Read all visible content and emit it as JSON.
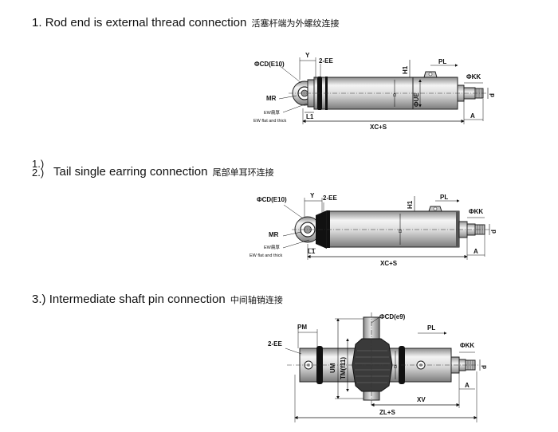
{
  "headings": {
    "s1_num": "1.",
    "s1_text": "Rod end is external thread connection",
    "s1_cn": "活塞杆端为外螺纹连接",
    "s2_num1": "1.)",
    "s2_num2": "2.)",
    "s2_text": "Tail single earring connection",
    "s2_cn": "尾部单耳环连接",
    "s3_num": "3.)",
    "s3_text": "Intermediate shaft pin connection",
    "s3_cn": "中间轴销连接"
  },
  "fig1": {
    "cd": "ΦCD(E10)",
    "y": "Y",
    "ee": "2-EE",
    "h1": "H1",
    "pl": "PL",
    "kk": "ΦKK",
    "mr": "MR",
    "ue": "ΦUE",
    "d_small": "D",
    "d": "d",
    "ew": "EW扁厚",
    "ew_sub": "EW flat and thick",
    "l": "L1",
    "a": "A",
    "xcs": "XC+S"
  },
  "fig2": {
    "cd": "ΦCD(E10)",
    "y": "Y",
    "ee": "2-EE",
    "h1": "H1",
    "pl": "PL",
    "kk": "ΦKK",
    "mr": "MR",
    "d_small": "D",
    "d": "d",
    "ew": "EW扁厚",
    "ew_sub": "EW flat and thick",
    "l": "L1",
    "a": "A",
    "xcs": "XC+S"
  },
  "fig3": {
    "pm": "PM",
    "cd": "ΦCD(e9)",
    "pl": "PL",
    "ee": "2-EE",
    "kk": "ΦKK",
    "um": "UM",
    "tm": "TM(f11)",
    "d_small": "D",
    "d": "d",
    "a": "A",
    "xv": "XV",
    "zls": "ZL+S"
  }
}
